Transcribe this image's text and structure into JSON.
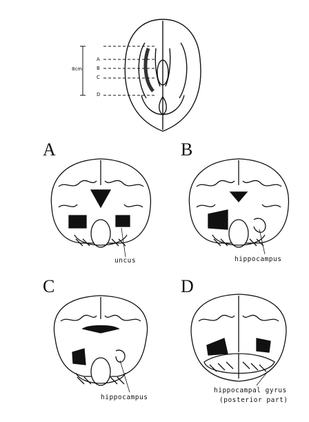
{
  "top": {
    "scale_label": "8cm.",
    "section_marks": [
      "A",
      "B",
      "C",
      "D"
    ]
  },
  "panels": [
    {
      "letter": "A",
      "annotation": "uncus"
    },
    {
      "letter": "B",
      "annotation": "hippocampus"
    },
    {
      "letter": "C",
      "annotation": "hippocampus"
    },
    {
      "letter": "D",
      "annotation": "hippocampal gyrus",
      "annotation2": "(posterior part)"
    }
  ]
}
